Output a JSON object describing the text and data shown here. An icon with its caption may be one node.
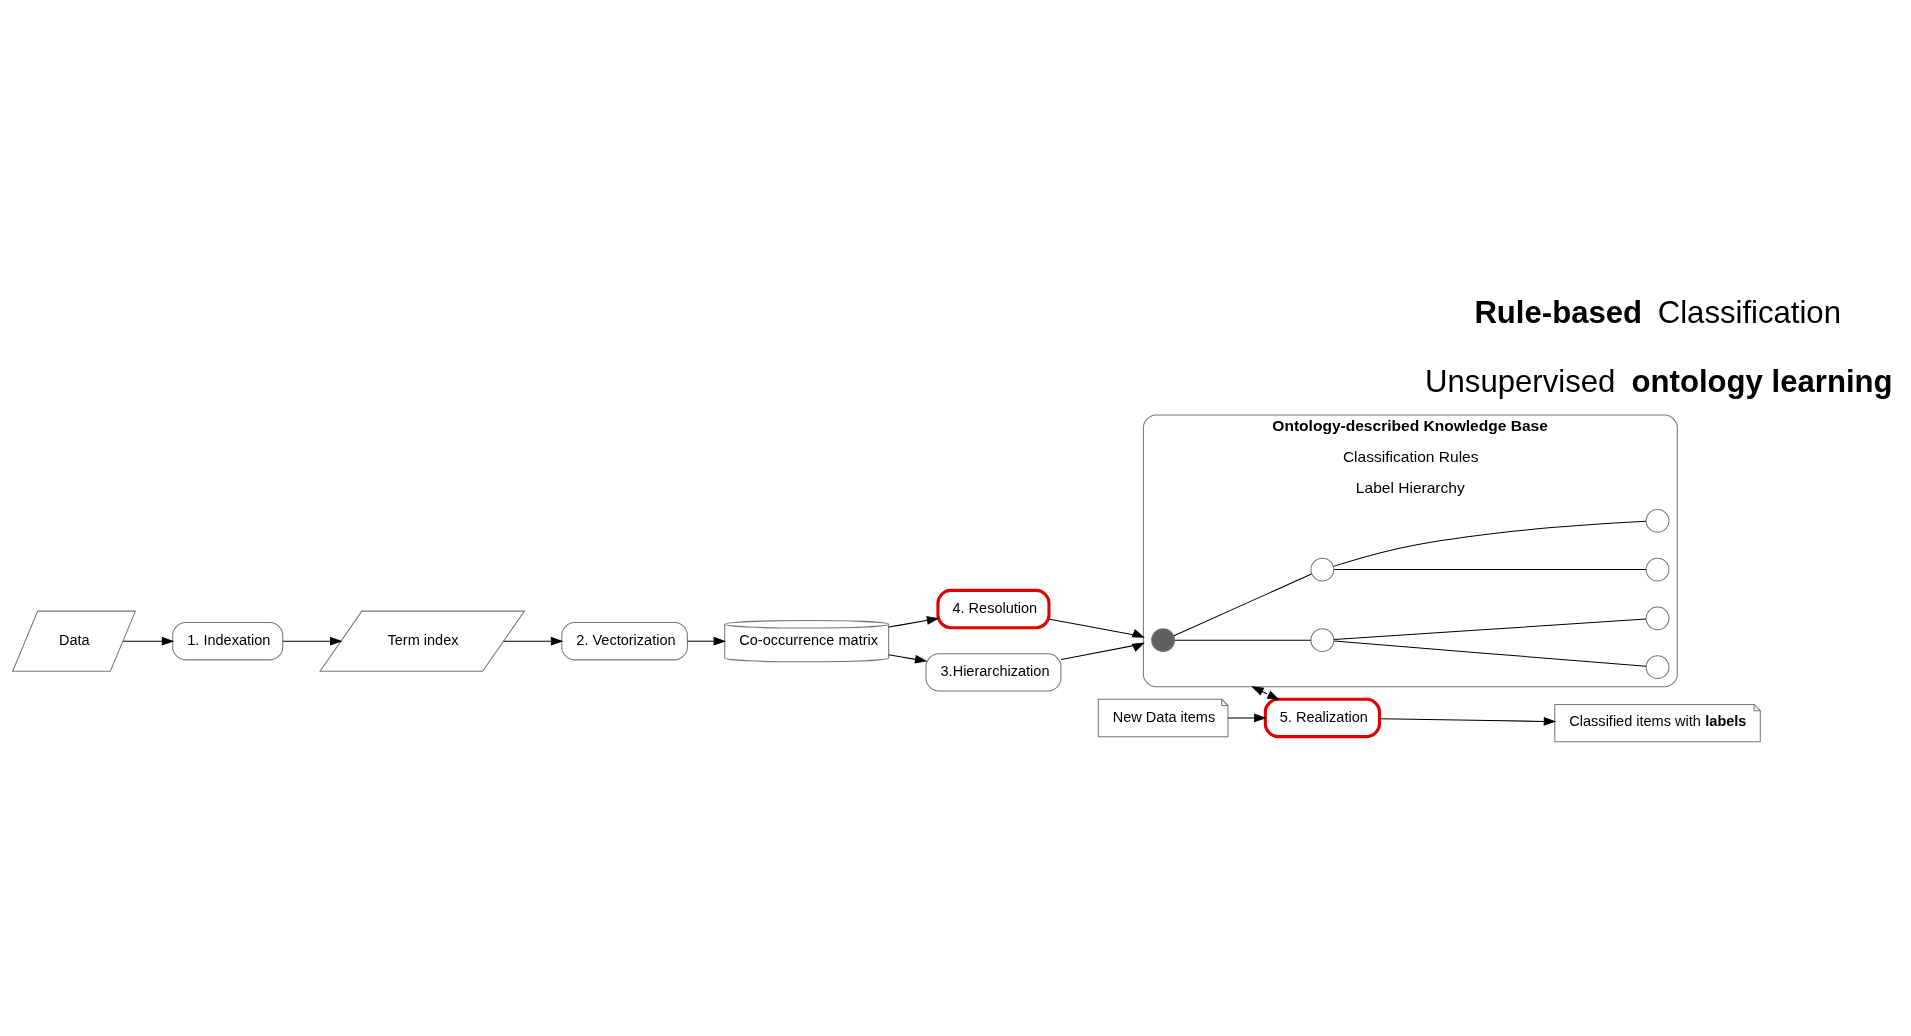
{
  "diagram": {
    "nodes": [
      {
        "text": [
          "Data"
        ]
      },
      {
        "text": [
          "1. Indexation"
        ]
      },
      {
        "text": [
          "Term index"
        ]
      },
      {
        "text": [
          "2. Vectorization"
        ]
      },
      {
        "text": [
          "Co-occurrence matrix"
        ]
      },
      {
        "text": [
          "4. Resolution"
        ]
      },
      {
        "text": [
          "3.Hierarchization"
        ]
      },
      {
        "text": [
          "Ontology-described Knowledge Base",
          "Classification Rules",
          "Label Hierarchy"
        ]
      },
      {
        "text": [],
        "shape": "circle",
        "in": 7
      },
      {
        "text": [],
        "shape": "circle",
        "in": 7
      },
      {
        "text": [],
        "shape": "circle",
        "in": 7
      },
      {
        "text": [],
        "shape": "circle",
        "in": 7
      },
      {
        "text": [],
        "shape": "circle",
        "in": 7
      },
      {
        "text": [],
        "shape": "circle",
        "in": 7
      },
      {
        "text": [],
        "shape": "circle",
        "in": 7
      },
      {
        "text": [
          "New Data items"
        ]
      },
      {
        "text": [
          "5. Realization"
        ]
      },
      {
        "text": [
          "Classified items with **labels**"
        ]
      }
    ],
    "edges": [
      {
        "from": 0,
        "to": 1,
        "arrow": "to"
      },
      {
        "from": 1,
        "to": 2,
        "arrow": "to"
      },
      {
        "from": 2,
        "to": 3,
        "arrow": "to"
      },
      {
        "from": 3,
        "to": 4,
        "arrow": "to"
      },
      {
        "from": 4,
        "to": 5,
        "arrow": "to"
      },
      {
        "from": 4,
        "to": 6,
        "arrow": "to"
      },
      {
        "from": 5,
        "to": 7,
        "arrow": "to"
      },
      {
        "from": 6,
        "to": 7,
        "arrow": "to"
      },
      {
        "from": 8,
        "to": 9,
        "arrow": "none"
      },
      {
        "from": 8,
        "to": 10,
        "arrow": "none"
      },
      {
        "from": 9,
        "to": 11,
        "arrow": "none"
      },
      {
        "from": 9,
        "to": 12,
        "arrow": "none"
      },
      {
        "from": 10,
        "to": 13,
        "arrow": "none"
      },
      {
        "from": 10,
        "to": 14,
        "arrow": "none"
      },
      {
        "from": 7,
        "to": 16,
        "arrow": "both",
        "style": "dashed"
      },
      {
        "from": 15,
        "to": 16,
        "arrow": "to"
      },
      {
        "from": 16,
        "to": 17,
        "arrow": "to"
      }
    ],
    "labels": [
      "Unsupervised **ontology learning**",
      "**Rule-based** Classification"
    ]
  }
}
